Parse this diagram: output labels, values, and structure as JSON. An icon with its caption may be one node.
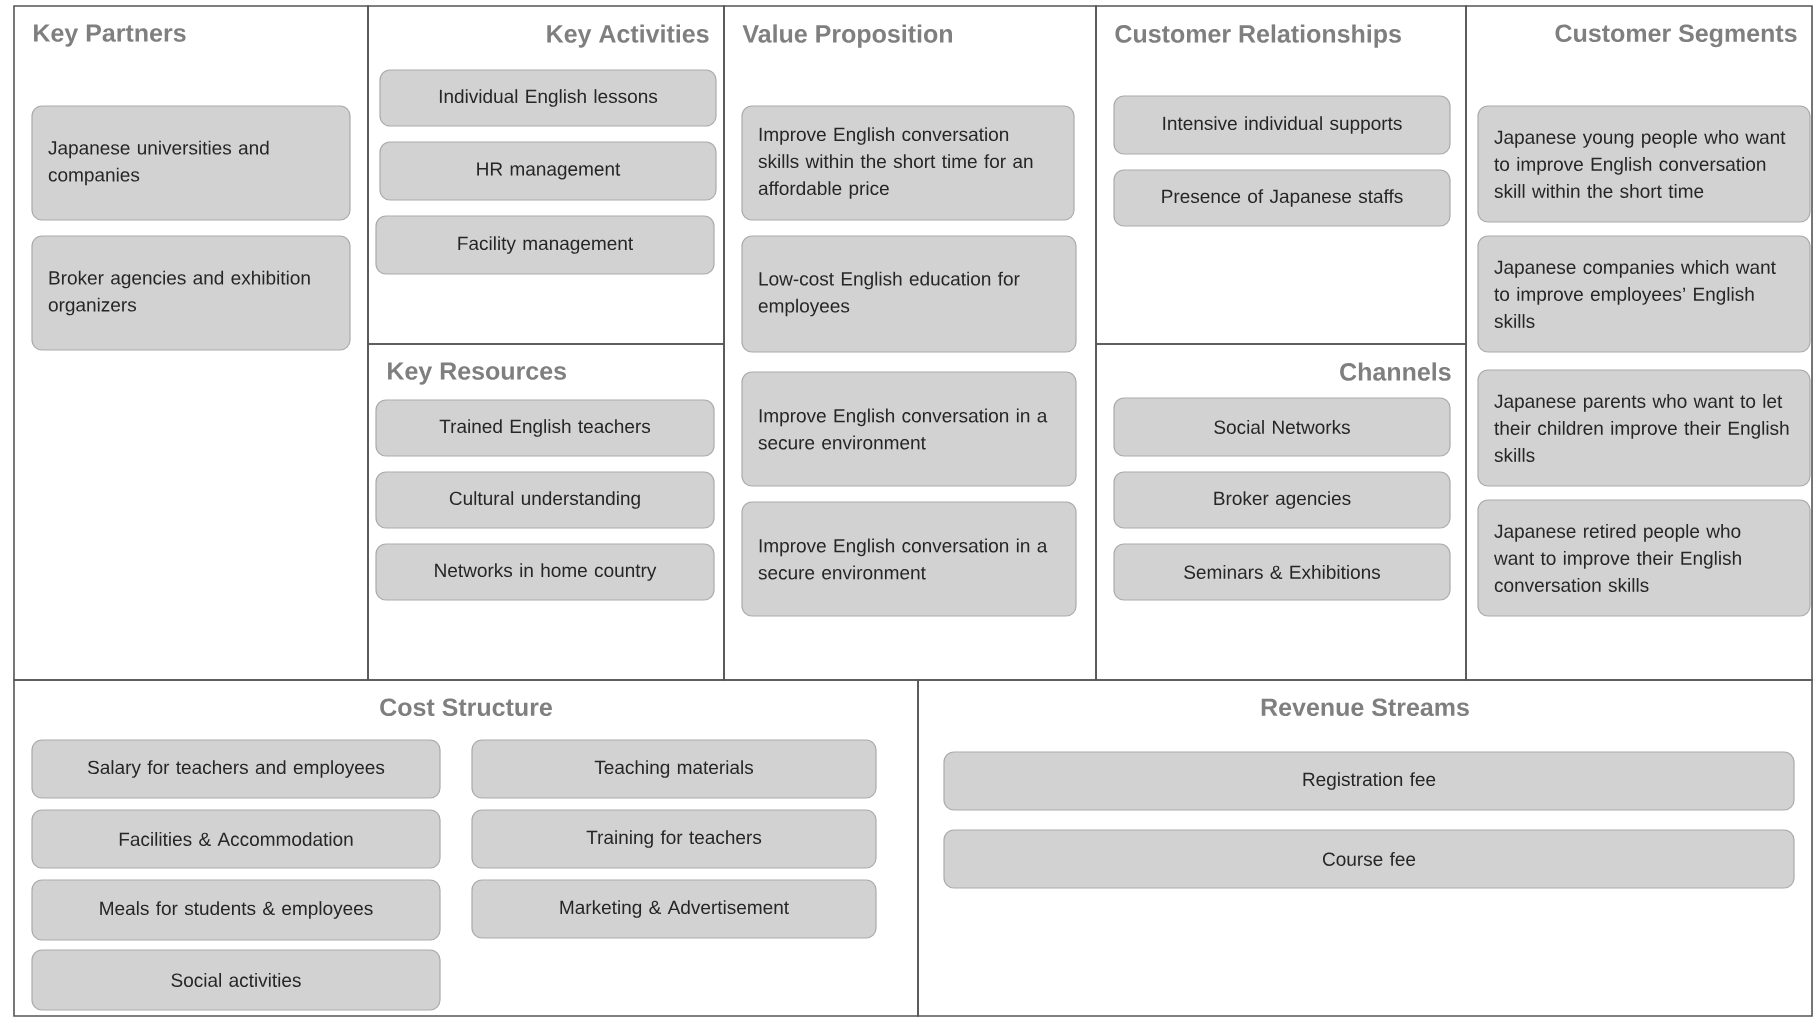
{
  "diagram": {
    "nodes": [
      {
        "text": [
          "Key Partners"
        ]
      },
      {
        "text": [
          "Japanese universities and companies"
        ],
        "in": 0
      },
      {
        "text": [
          "Broker agencies and exhibition organizers"
        ],
        "in": 0
      },
      {
        "text": [
          "Key Activities"
        ]
      },
      {
        "text": [
          "Individual English lessons"
        ],
        "in": 3
      },
      {
        "text": [
          "HR management"
        ],
        "in": 3
      },
      {
        "text": [
          "Facility management"
        ],
        "in": 3
      },
      {
        "text": [
          "Key Resources"
        ]
      },
      {
        "text": [
          "Trained English teachers"
        ],
        "in": 7
      },
      {
        "text": [
          "Cultural understanding"
        ],
        "in": 7
      },
      {
        "text": [
          "Networks in home country"
        ],
        "in": 7
      },
      {
        "text": [
          "Value Proposition"
        ]
      },
      {
        "text": [
          "Improve English conversation skills within the short time for an affordable price"
        ],
        "in": 11
      },
      {
        "text": [
          "Low-cost English education for employees"
        ],
        "in": 11
      },
      {
        "text": [
          "Improve English conversation in a secure environment"
        ],
        "in": 11
      },
      {
        "text": [
          "Improve English conversation in a secure environment"
        ],
        "in": 11
      },
      {
        "text": [
          "Customer Relationships"
        ]
      },
      {
        "text": [
          "Intensive individual supports"
        ],
        "in": 16
      },
      {
        "text": [
          "Presence of Japanese staffs"
        ],
        "in": 16
      },
      {
        "text": [
          "Channels"
        ]
      },
      {
        "text": [
          "Social Networks"
        ],
        "in": 19
      },
      {
        "text": [
          "Broker agencies"
        ],
        "in": 19
      },
      {
        "text": [
          "Seminars & Exhibitions"
        ],
        "in": 19
      },
      {
        "text": [
          "Customer Segments"
        ]
      },
      {
        "text": [
          "Japanese young people who want to improve English conversation skill within the short time"
        ],
        "in": 23
      },
      {
        "text": [
          "Japanese companies which want to improve employees’ English skills"
        ],
        "in": 23
      },
      {
        "text": [
          "Japanese parents who want to let their children improve their English skills"
        ],
        "in": 23
      },
      {
        "text": [
          "Japanese retired people who want to improve their English conversation skills"
        ],
        "in": 23
      },
      {
        "text": [
          "Cost Structure"
        ]
      },
      {
        "text": [
          "Salary for teachers and employees"
        ],
        "in": 28
      },
      {
        "text": [
          "Teaching materials"
        ],
        "in": 28
      },
      {
        "text": [
          "Facilities & Accommodation"
        ],
        "in": 28
      },
      {
        "text": [
          "Training for teachers"
        ],
        "in": 28
      },
      {
        "text": [
          "Meals for students & employees"
        ],
        "in": 28
      },
      {
        "text": [
          "Marketing & Advertisement"
        ],
        "in": 28
      },
      {
        "text": [
          "Social activities"
        ],
        "in": 28
      },
      {
        "text": [
          "Revenue Streams"
        ]
      },
      {
        "text": [
          "Registration fee"
        ],
        "in": 36
      },
      {
        "text": [
          "Course fee"
        ],
        "in": 36
      }
    ]
  }
}
